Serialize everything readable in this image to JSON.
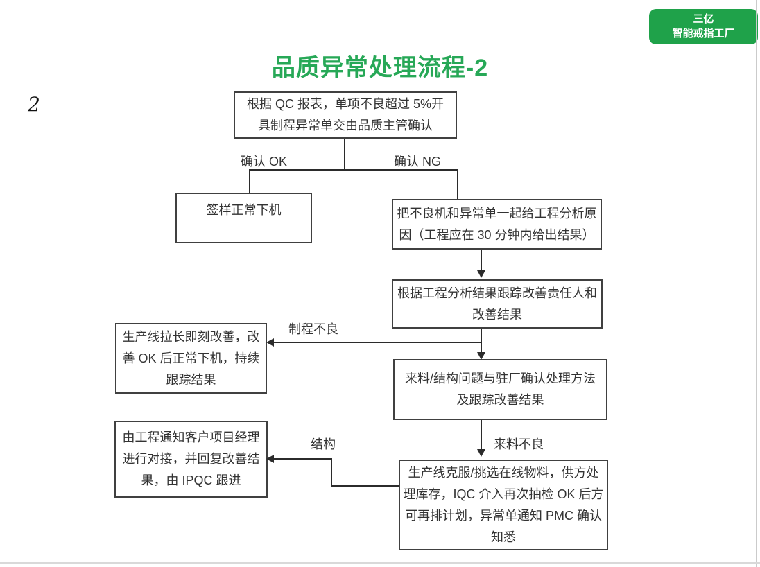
{
  "slide": {
    "number": "2",
    "title": "品质异常处理流程-2"
  },
  "logo": {
    "line1": "三亿",
    "line2": "智能戒指工厂"
  },
  "colors": {
    "title_green": "#27A857",
    "logo_green": "#1FA24A",
    "logo_text": "#FFFFFF",
    "box_border": "#404040",
    "line": "#2B2B2B",
    "text": "#333333"
  },
  "flowchart": {
    "nodes": {
      "start": {
        "lines": [
          "根据 QC 报表，单项不良超过 5%开",
          "具制程异常单交由品质主管确认"
        ]
      },
      "sign_off": {
        "lines": [
          "签样正常下机"
        ]
      },
      "engineering_analysis": {
        "lines": [
          "把不良机和异常单一起给工程分析原",
          "因（工程应在 30 分钟内给出结果）"
        ]
      },
      "track_improvement": {
        "lines": [
          "根据工程分析结果跟踪改善责任人和",
          "改善结果"
        ]
      },
      "incoming_structure_confirm": {
        "lines": [
          "来料/结构问题与驻厂确认处理方法",
          "及跟踪改善结果"
        ]
      },
      "process_defect_action": {
        "lines": [
          "生产线拉长即刻改善，改",
          "善 OK 后正常下机，持续",
          "跟踪结果"
        ]
      },
      "structure_action": {
        "lines": [
          "由工程通知客户项目经理",
          "进行对接，并回复改善结",
          "果，由 IPQC 跟进"
        ]
      },
      "incoming_defect_action": {
        "lines": [
          "生产线克服/挑选在线物料，供方处",
          "理库存，IQC 介入再次抽检 OK 后方",
          "可再排计划，异常单通知 PMC 确认",
          "知悉"
        ]
      }
    },
    "edge_labels": {
      "confirm_ok": "确认 OK",
      "confirm_ng": "确认 NG",
      "process_defect": "制程不良",
      "structure": "结构",
      "incoming_defect": "来料不良"
    }
  }
}
